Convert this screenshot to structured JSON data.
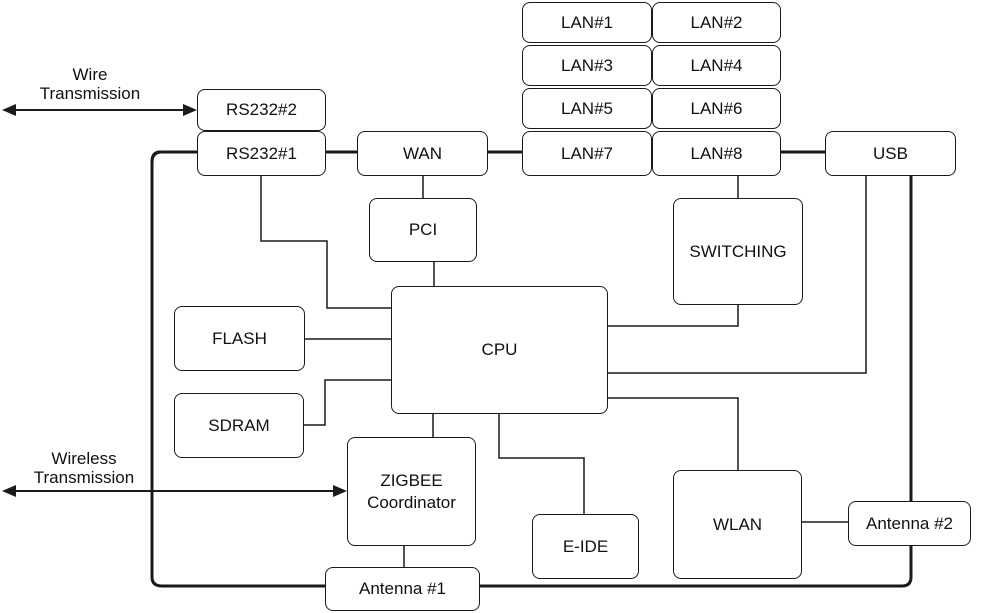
{
  "labels": {
    "wire_transmission": "Wire\nTransmission",
    "wireless_transmission": "Wireless\nTransmission"
  },
  "blocks": {
    "lan1": "LAN#1",
    "lan2": "LAN#2",
    "lan3": "LAN#3",
    "lan4": "LAN#4",
    "lan5": "LAN#5",
    "lan6": "LAN#6",
    "lan7": "LAN#7",
    "lan8": "LAN#8",
    "rs232_2": "RS232#2",
    "rs232_1": "RS232#1",
    "wan": "WAN",
    "usb": "USB",
    "pci": "PCI",
    "switching": "SWITCHING",
    "flash": "FLASH",
    "cpu": "CPU",
    "sdram": "SDRAM",
    "zigbee": "ZIGBEE\nCoordinator",
    "e_ide": "E-IDE",
    "wlan": "WLAN",
    "antenna2": "Antenna #2",
    "antenna1": "Antenna #1"
  },
  "colors": {
    "line": "#1a1a1a",
    "background": "#ffffff"
  }
}
